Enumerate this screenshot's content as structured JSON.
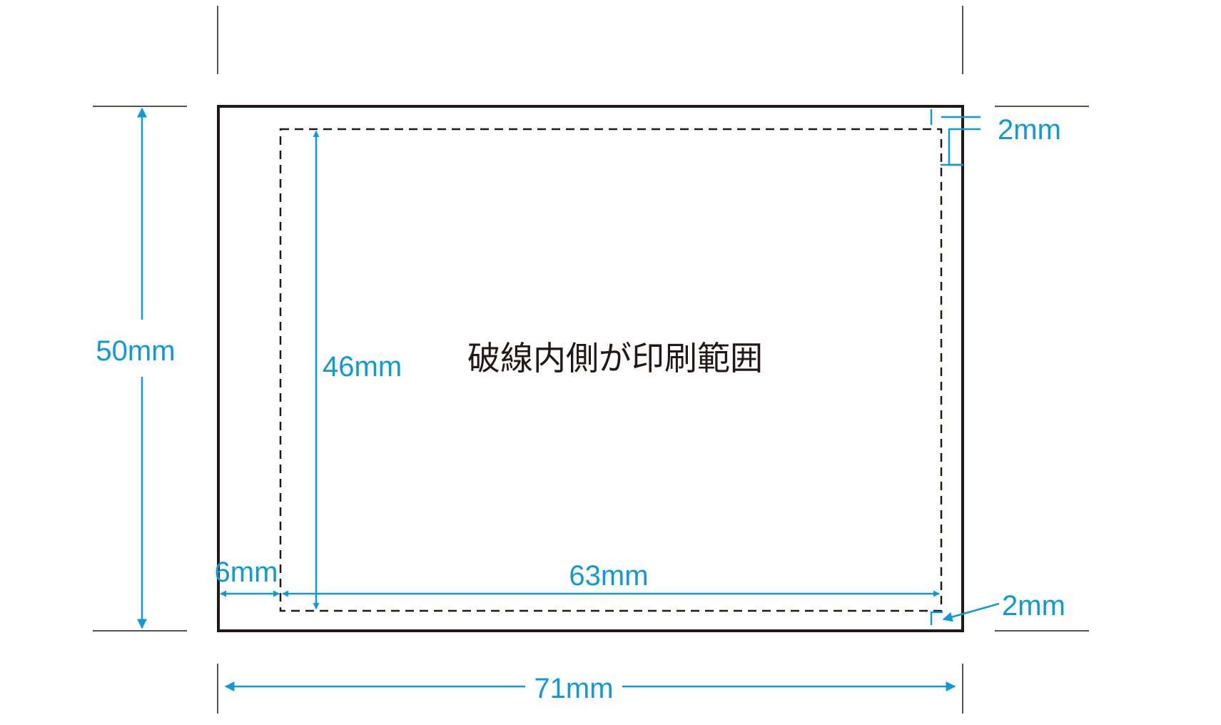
{
  "colors": {
    "dimension": "#0e9ad8",
    "outline": "#231815",
    "guide": "#231815",
    "background": "#ffffff"
  },
  "center_label": "破線内側が印刷範囲",
  "dimensions": {
    "total_height": "50mm",
    "total_width": "71mm",
    "inner_height": "46mm",
    "inner_width": "63mm",
    "left_margin": "6mm",
    "top_right_margin": "2mm",
    "bottom_right_margin": "2mm"
  }
}
